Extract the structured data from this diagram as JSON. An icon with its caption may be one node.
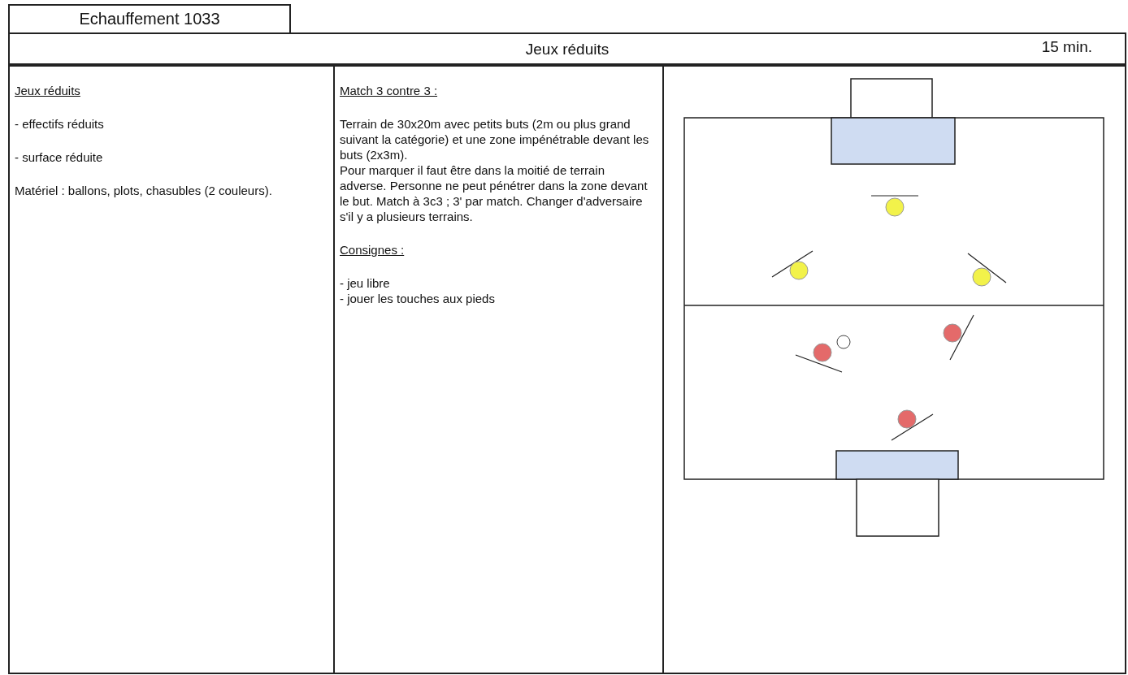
{
  "diagram": {
    "nodes": [
      {
        "text": [
          "Echauffement 1033"
        ]
      },
      {
        "text": [
          "Jeux réduits",
          "15 min."
        ]
      },
      {
        "text": [
          "Jeux réduits",
          "- effectifs réduits",
          "- surface réduite",
          "Matériel : ballons, plots, chasubles (2 couleurs)."
        ]
      },
      {
        "text": [
          "Match 3 contre 3 :",
          "Terrain de 30x20m avec petits buts (2m ou plus grand suivant la catégorie) et une zone impénétrable devant les buts (2x3m).",
          "Pour marquer il faut être dans la moitié de terrain adverse. Personne ne peut pénétrer dans la zone devant le but. Match à 3c3 ; 3' par match. Changer d'adversaire s'il y a plusieurs terrains.",
          "Consignes :",
          "- jeu libre",
          "- jouer les touches aux pieds"
        ]
      }
    ]
  }
}
